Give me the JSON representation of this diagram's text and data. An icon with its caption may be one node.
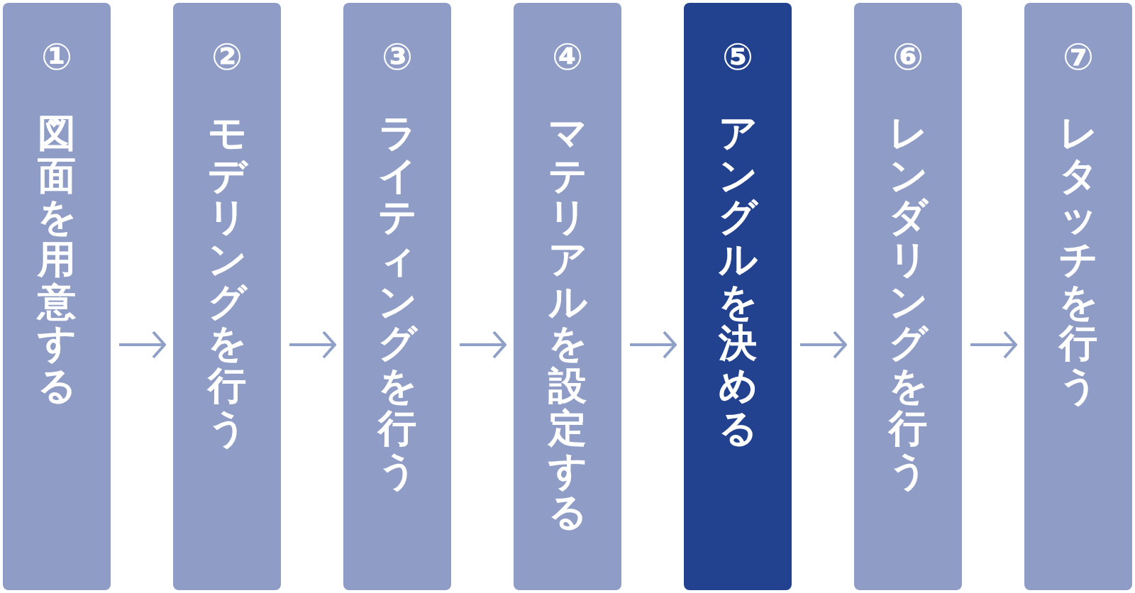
{
  "diagram": {
    "nodes": [
      {
        "text": [
          "①",
          "図面を用意する"
        ]
      },
      {
        "text": [
          "②",
          "モデリングを行う"
        ]
      },
      {
        "text": [
          "③",
          "ライティングを行う"
        ]
      },
      {
        "text": [
          "④",
          "マテリアルを設定する"
        ]
      },
      {
        "text": [
          "⑤",
          "アングルを決める"
        ]
      },
      {
        "text": [
          "⑥",
          "レンダリングを行う"
        ]
      },
      {
        "text": [
          "⑦",
          "レタッチを行う"
        ]
      }
    ],
    "edges": [
      {
        "from": 0,
        "to": 1,
        "arrow": "to"
      },
      {
        "from": 1,
        "to": 2,
        "arrow": "to"
      },
      {
        "from": 2,
        "to": 3,
        "arrow": "to"
      },
      {
        "from": 3,
        "to": 4,
        "arrow": "to"
      },
      {
        "from": 4,
        "to": 5,
        "arrow": "to"
      },
      {
        "from": 5,
        "to": 6,
        "arrow": "to"
      }
    ]
  }
}
